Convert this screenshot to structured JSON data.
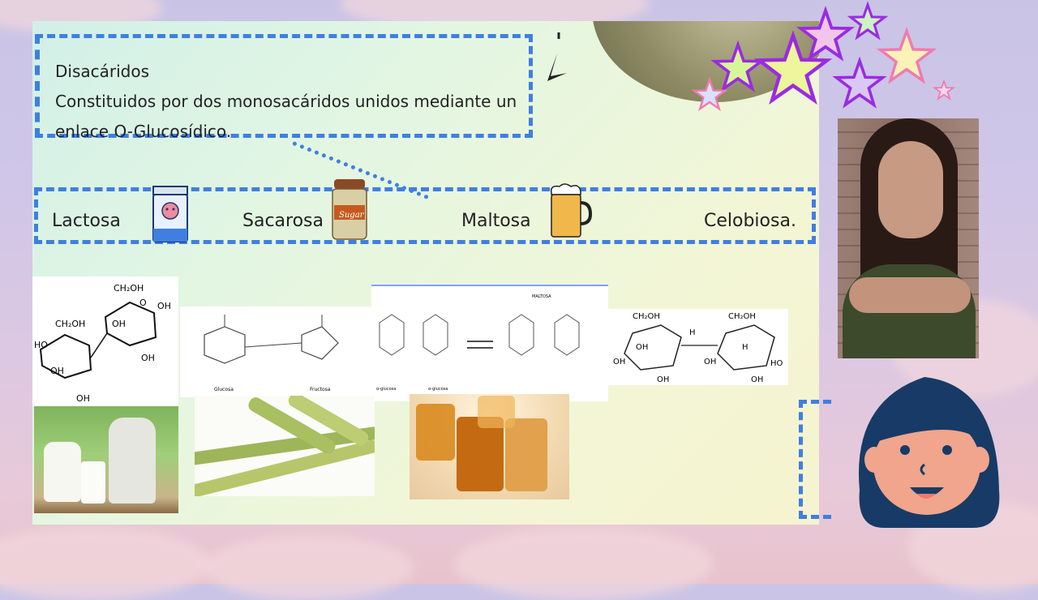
{
  "slide": {
    "title": "Disacáridos",
    "line1": "Constituidos por dos monosacáridos unidos mediante un",
    "line2": "enlace O-Glucosídico.",
    "items": [
      {
        "label": "Lactosa"
      },
      {
        "label": "Sacarosa"
      },
      {
        "label": "Maltosa"
      },
      {
        "label": "Celobiosa."
      }
    ],
    "jar_label": "Sugar",
    "structures": {
      "lactose": [
        "CH₂OH",
        "CH₂OH",
        "OH",
        "O",
        "HO",
        "OH",
        "OH",
        "OH",
        "OH"
      ],
      "sucrose": [
        "Glucosa",
        "Fructosa"
      ],
      "maltose": [
        "MALTOSA",
        "α-glucosa",
        "α-glucosa"
      ],
      "cellobiose": [
        "CH₂OH",
        "CH₂OH",
        "OH",
        "OH",
        "OH",
        "OH",
        "HO",
        "OH",
        "H",
        "H"
      ]
    }
  },
  "colors": {
    "accent": "#3f7fe0",
    "star_outline": "#9b2be0"
  }
}
